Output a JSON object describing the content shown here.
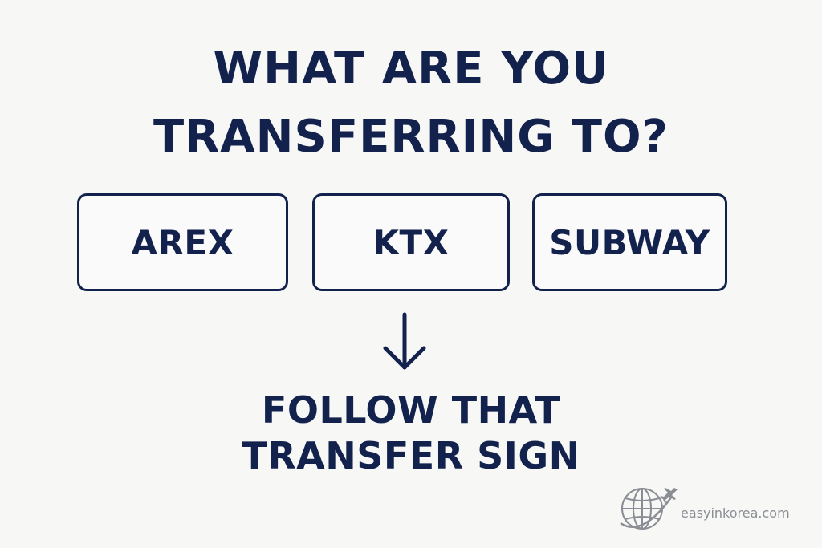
{
  "heading": {
    "line1": "WHAT ARE YOU",
    "line2": "TRANSFERRING TO?"
  },
  "options": [
    {
      "label": "AREX"
    },
    {
      "label": "KTX"
    },
    {
      "label": "SUBWAY"
    }
  ],
  "arrow_icon": "arrow-down-icon",
  "instruction": {
    "line1": "FOLLOW THAT",
    "line2": "TRANSFER SIGN"
  },
  "watermark": {
    "text": "easyinkorea.com",
    "icon": "globe-airplane-icon"
  },
  "colors": {
    "text": "#13224d",
    "background": "#f7f7f6",
    "watermark": "#8a8d93"
  }
}
